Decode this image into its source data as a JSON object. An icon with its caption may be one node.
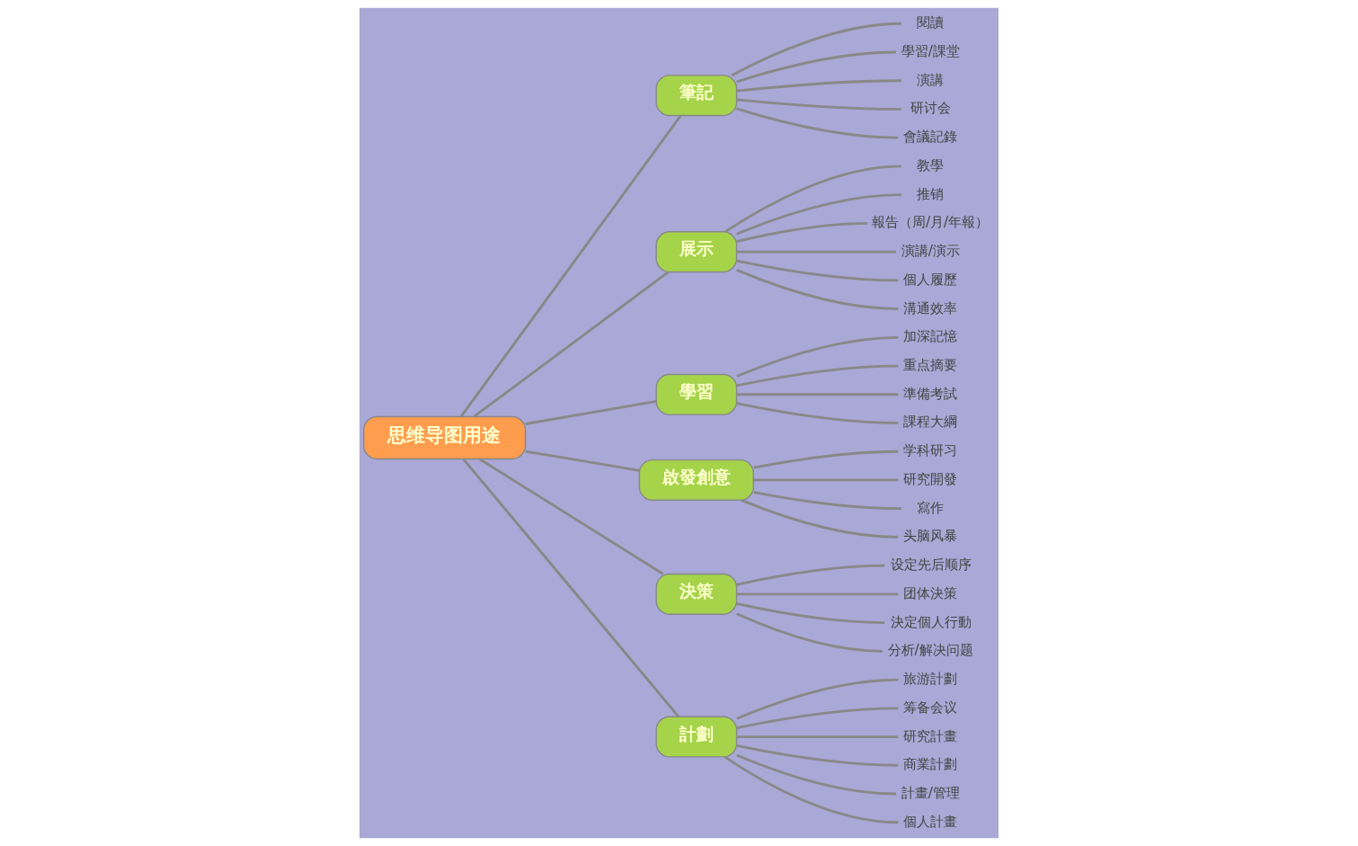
{
  "diagram": {
    "nodes": [
      {
        "text": [
          "思维导图用途"
        ]
      },
      {
        "text": [
          "筆記"
        ]
      },
      {
        "text": [
          "閱讀"
        ]
      },
      {
        "text": [
          "學習/課堂"
        ]
      },
      {
        "text": [
          "演講"
        ]
      },
      {
        "text": [
          "研讨会"
        ]
      },
      {
        "text": [
          "會議記錄"
        ]
      },
      {
        "text": [
          "展示"
        ]
      },
      {
        "text": [
          "教學"
        ]
      },
      {
        "text": [
          "推销"
        ]
      },
      {
        "text": [
          "報告（周/月/年報）"
        ]
      },
      {
        "text": [
          "演講/演示"
        ]
      },
      {
        "text": [
          "個人履歷"
        ]
      },
      {
        "text": [
          "溝通效率"
        ]
      },
      {
        "text": [
          "學習"
        ]
      },
      {
        "text": [
          "加深記憶"
        ]
      },
      {
        "text": [
          "重点摘要"
        ]
      },
      {
        "text": [
          "準備考試"
        ]
      },
      {
        "text": [
          "課程大綱"
        ]
      },
      {
        "text": [
          "啟發創意"
        ]
      },
      {
        "text": [
          "学科研习"
        ]
      },
      {
        "text": [
          "研究開發"
        ]
      },
      {
        "text": [
          "寫作"
        ]
      },
      {
        "text": [
          "头脑风暴"
        ]
      },
      {
        "text": [
          "決策"
        ]
      },
      {
        "text": [
          "设定先后顺序"
        ]
      },
      {
        "text": [
          "团体決策"
        ]
      },
      {
        "text": [
          "決定個人行動"
        ]
      },
      {
        "text": [
          "分析/解决问题"
        ]
      },
      {
        "text": [
          "計劃"
        ]
      },
      {
        "text": [
          "旅游計劃"
        ]
      },
      {
        "text": [
          "筹备会议"
        ]
      },
      {
        "text": [
          "研究計畫"
        ]
      },
      {
        "text": [
          "商業計劃"
        ]
      },
      {
        "text": [
          "計畫/管理"
        ]
      },
      {
        "text": [
          "個人計畫"
        ]
      }
    ],
    "edges": [
      {
        "from": 0,
        "to": 1,
        "arrow": "none"
      },
      {
        "from": 0,
        "to": 7,
        "arrow": "none"
      },
      {
        "from": 0,
        "to": 14,
        "arrow": "none"
      },
      {
        "from": 0,
        "to": 19,
        "arrow": "none"
      },
      {
        "from": 0,
        "to": 24,
        "arrow": "none"
      },
      {
        "from": 0,
        "to": 29,
        "arrow": "none"
      },
      {
        "from": 1,
        "to": 2,
        "arrow": "none"
      },
      {
        "from": 1,
        "to": 3,
        "arrow": "none"
      },
      {
        "from": 1,
        "to": 4,
        "arrow": "none"
      },
      {
        "from": 1,
        "to": 5,
        "arrow": "none"
      },
      {
        "from": 1,
        "to": 6,
        "arrow": "none"
      },
      {
        "from": 7,
        "to": 8,
        "arrow": "none"
      },
      {
        "from": 7,
        "to": 9,
        "arrow": "none"
      },
      {
        "from": 7,
        "to": 10,
        "arrow": "none"
      },
      {
        "from": 7,
        "to": 11,
        "arrow": "none"
      },
      {
        "from": 7,
        "to": 12,
        "arrow": "none"
      },
      {
        "from": 7,
        "to": 13,
        "arrow": "none"
      },
      {
        "from": 14,
        "to": 15,
        "arrow": "none"
      },
      {
        "from": 14,
        "to": 16,
        "arrow": "none"
      },
      {
        "from": 14,
        "to": 17,
        "arrow": "none"
      },
      {
        "from": 14,
        "to": 18,
        "arrow": "none"
      },
      {
        "from": 19,
        "to": 20,
        "arrow": "none"
      },
      {
        "from": 19,
        "to": 21,
        "arrow": "none"
      },
      {
        "from": 19,
        "to": 22,
        "arrow": "none"
      },
      {
        "from": 19,
        "to": 23,
        "arrow": "none"
      },
      {
        "from": 24,
        "to": 25,
        "arrow": "none"
      },
      {
        "from": 24,
        "to": 26,
        "arrow": "none"
      },
      {
        "from": 24,
        "to": 27,
        "arrow": "none"
      },
      {
        "from": 24,
        "to": 28,
        "arrow": "none"
      },
      {
        "from": 29,
        "to": 30,
        "arrow": "none"
      },
      {
        "from": 29,
        "to": 31,
        "arrow": "none"
      },
      {
        "from": 29,
        "to": 32,
        "arrow": "none"
      },
      {
        "from": 29,
        "to": 33,
        "arrow": "none"
      },
      {
        "from": 29,
        "to": 34,
        "arrow": "none"
      },
      {
        "from": 29,
        "to": 35,
        "arrow": "none"
      }
    ]
  }
}
